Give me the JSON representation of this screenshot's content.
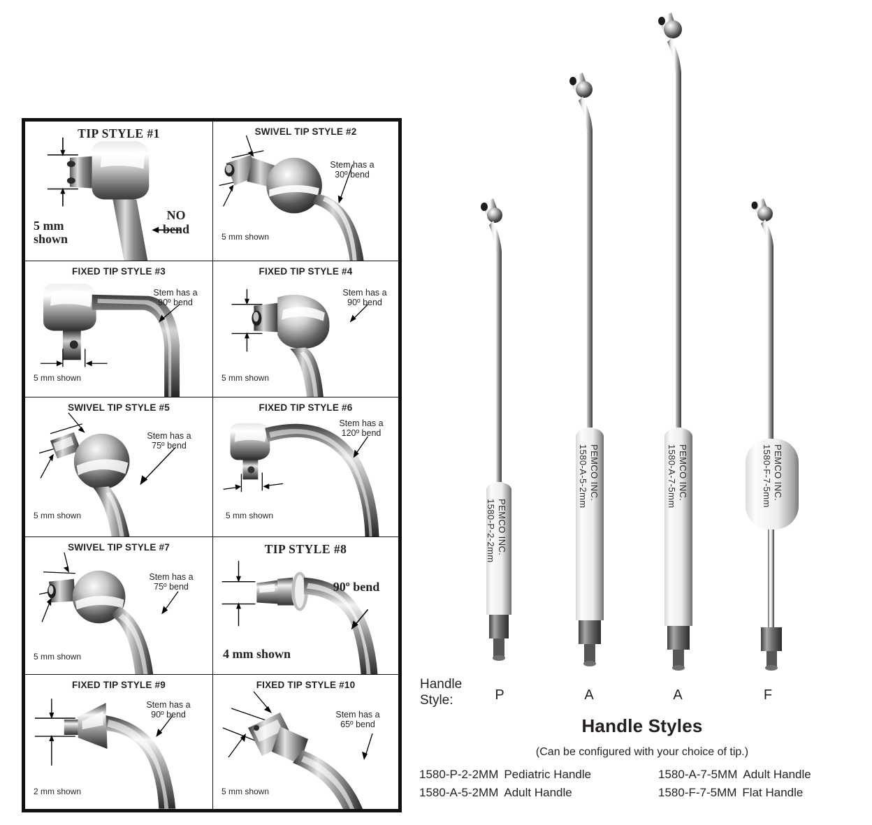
{
  "tip_table": {
    "rows": [
      [
        {
          "title": "TIP STYLE #1",
          "title_style": "serif",
          "measure_label": "5 mm\nshown",
          "measure_bold": true,
          "stem_note": "NO\nbend",
          "stem_note_bold": true,
          "art": "tip1"
        },
        {
          "title": "SWIVEL TIP STYLE #2",
          "title_style": "sans",
          "measure_label": "5 mm shown",
          "measure_bold": false,
          "stem_note": "Stem has a\n30º bend",
          "stem_note_bold": false,
          "art": "tip2"
        }
      ],
      [
        {
          "title": "FIXED TIP STYLE #3",
          "title_style": "sans",
          "measure_label": "5 mm shown",
          "measure_bold": false,
          "stem_note": "Stem has a\n90º bend",
          "stem_note_bold": false,
          "art": "tip3"
        },
        {
          "title": "FIXED TIP STYLE #4",
          "title_style": "sans",
          "measure_label": "5 mm shown",
          "measure_bold": false,
          "stem_note": "Stem has a\n90º bend",
          "stem_note_bold": false,
          "art": "tip4"
        }
      ],
      [
        {
          "title": "SWIVEL TIP STYLE #5",
          "title_style": "sans",
          "measure_label": "5 mm shown",
          "measure_bold": false,
          "stem_note": "Stem has a\n75º bend",
          "stem_note_bold": false,
          "art": "tip5"
        },
        {
          "title": "FIXED TIP STYLE #6",
          "title_style": "sans",
          "measure_label": "5 mm shown",
          "measure_bold": false,
          "stem_note": "Stem has a\n120º bend",
          "stem_note_bold": false,
          "art": "tip6"
        }
      ],
      [
        {
          "title": "SWIVEL TIP STYLE #7",
          "title_style": "sans",
          "measure_label": "5 mm shown",
          "measure_bold": false,
          "stem_note": "Stem has a\n75º bend",
          "stem_note_bold": false,
          "art": "tip7"
        },
        {
          "title": "TIP STYLE #8",
          "title_style": "serif",
          "measure_label": "4 mm shown",
          "measure_bold": true,
          "stem_note": "90º bend",
          "stem_note_bold": true,
          "art": "tip8"
        }
      ],
      [
        {
          "title": "FIXED TIP STYLE #9",
          "title_style": "sans",
          "measure_label": "2 mm shown",
          "measure_bold": false,
          "stem_note": "Stem has a\n90º bend",
          "stem_note_bold": false,
          "art": "tip9"
        },
        {
          "title": "FIXED TIP STYLE #10",
          "title_style": "sans",
          "measure_label": "5 mm shown",
          "measure_bold": false,
          "stem_note": "Stem has a\n65º bend",
          "stem_note_bold": false,
          "art": "tip10"
        }
      ]
    ]
  },
  "handles": {
    "style_label_line1": "Handle",
    "style_label_line2": "Style:",
    "heading": "Handle Styles",
    "subheading": "(Can be configured with your choice of tip.)",
    "items": [
      {
        "brand": "PEMCO INC.",
        "code": "1580-P-2-2mm",
        "letter": "P"
      },
      {
        "brand": "PEMCO INC.",
        "code": "1580-A-5-2mm",
        "letter": "A"
      },
      {
        "brand": "PEMCO INC.",
        "code": "1580-A-7-5mm",
        "letter": "A"
      },
      {
        "brand": "PEMCO INC.",
        "code": "1580-F-7-5mm",
        "letter": "F"
      }
    ],
    "code_list_left": [
      {
        "id": "1580-P-2-2MM",
        "desc": "Pediatric Handle"
      },
      {
        "id": "1580-A-5-2MM",
        "desc": "Adult Handle"
      }
    ],
    "code_list_right": [
      {
        "id": "1580-A-7-5MM",
        "desc": "Adult Handle"
      },
      {
        "id": "1580-F-7-5MM",
        "desc": "Flat Handle"
      }
    ]
  },
  "colors": {
    "ink": "#231f20",
    "frame": "#111111",
    "metal_light": "#f2f2f2",
    "metal_mid": "#9a9a9a",
    "metal_dark": "#3a3a3a"
  }
}
